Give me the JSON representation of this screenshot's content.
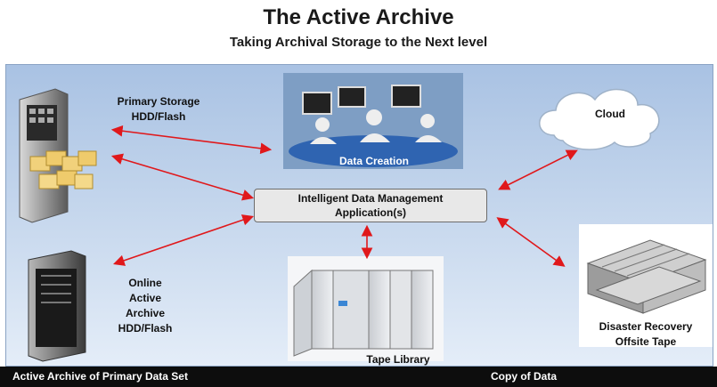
{
  "header": {
    "title": "The Active Archive",
    "subtitle": "Taking Archival Storage to the Next level"
  },
  "nodes": {
    "primary_storage": [
      "Primary Storage",
      "HDD/Flash"
    ],
    "data_creation": "Data Creation",
    "cloud": "Cloud",
    "center": [
      "Intelligent Data Management",
      "Application(s)"
    ],
    "online_archive": [
      "Online",
      "Active",
      "Archive",
      "HDD/Flash"
    ],
    "tape_library": "Tape Library",
    "disaster_recovery": [
      "Disaster Recovery",
      "Offsite Tape"
    ]
  },
  "footer": {
    "left": "Active Archive of Primary Data Set",
    "right": "Copy of Data"
  },
  "colors": {
    "arrow": "#e0181b",
    "panel_top": "#a9c2e3",
    "panel_bottom": "#e4edf8",
    "footer_bg": "#0d0d0d"
  }
}
